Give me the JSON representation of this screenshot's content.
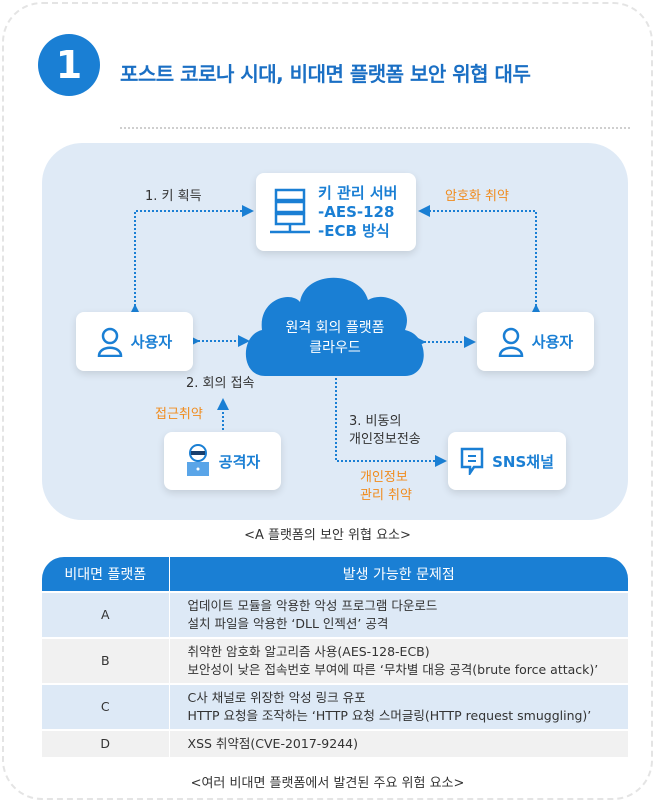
{
  "section_number": "1",
  "title": "포스트 코로나 시대, 비대면 플랫폼 보안 위협 대두",
  "diagram": {
    "server": {
      "line1": "키 관리 서버",
      "line2": "-AES-128",
      "line3": "-ECB 방식"
    },
    "user_left": "사용자",
    "user_right": "사용자",
    "cloud": {
      "line1": "원격 회의 플랫폼",
      "line2": "클라우드"
    },
    "attacker": "공격자",
    "sns": "SNS채널",
    "step1": "1. 키 획득",
    "encryption_weak": "암호화 취약",
    "step2": "2. 회의 접속",
    "access_weak": "접근취약",
    "step3_line1": "3. 비동의",
    "step3_line2": "개인정보전송",
    "privacy_weak_line1": "개인정보",
    "privacy_weak_line2": "관리 취약",
    "accent": "#1a7fd4",
    "warning": "#f08c1e"
  },
  "diagram_caption": "<A 플랫폼의 보안 위협 요소>",
  "table": {
    "headers": [
      "비대면 플랫폼",
      "발생 가능한 문제점"
    ],
    "rows": [
      {
        "platform": "A",
        "line1": "업데이트 모듈을 악용한 악성 프로그램 다운로드",
        "line2": "설치 파일을 악용한 ‘DLL 인젝션’ 공격"
      },
      {
        "platform": "B",
        "line1": "취약한 암호화 알고리즘 사용(AES-128-ECB)",
        "line2": "보안성이 낮은 접속번호 부여에 따른 ‘무차별 대응 공격(brute force attack)’"
      },
      {
        "platform": "C",
        "line1": "C사 채널로 위장한 악성 링크 유포",
        "line2": "HTTP 요청을 조작하는 ‘HTTP 요청 스머글링(HTTP request smuggling)’"
      },
      {
        "platform": "D",
        "line1": "XSS 취약점(CVE-2017-9244)"
      }
    ]
  },
  "table_caption": "<여러 비대면 플랫폼에서 발견된 주요 위험 요소>"
}
